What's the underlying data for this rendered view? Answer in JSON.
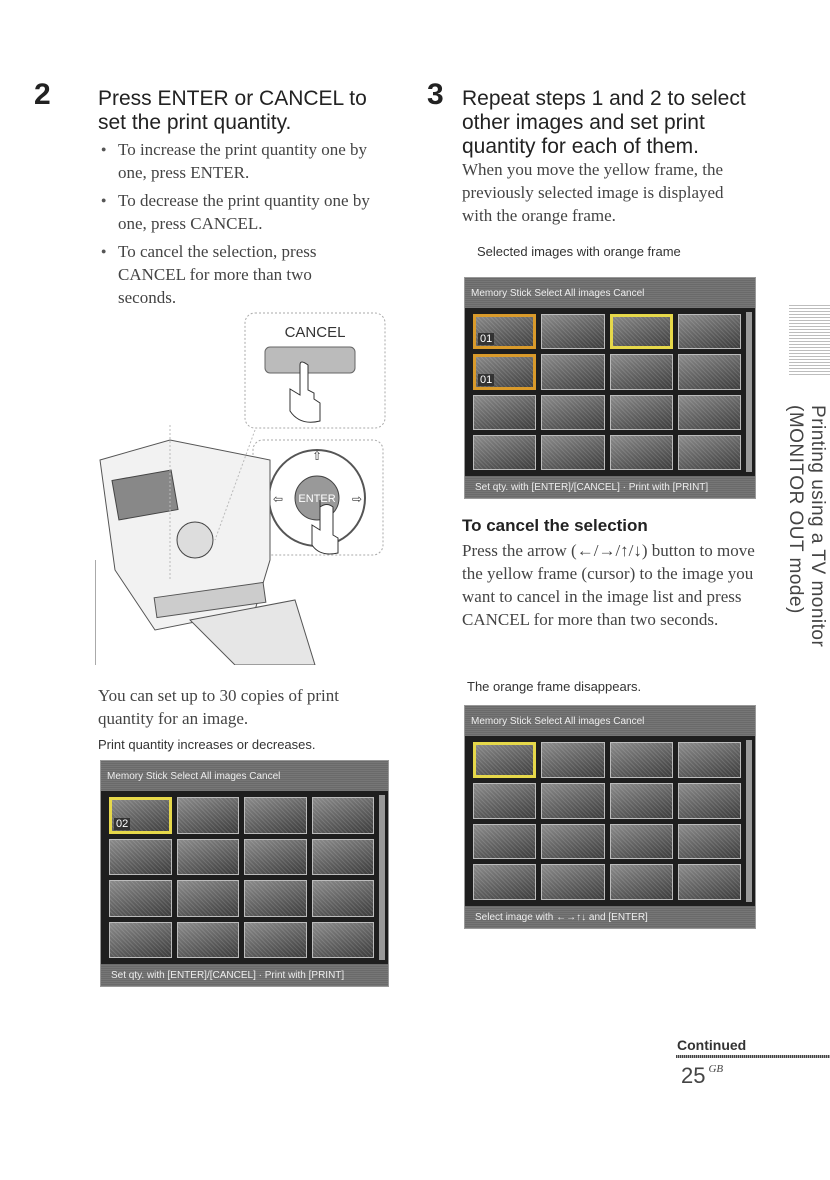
{
  "step2": {
    "number": "2",
    "title": "Press ENTER or CANCEL to set the print quantity.",
    "bullets": [
      "To increase the print quantity one by one, press ENTER.",
      "To decrease the print quantity one by one, press CANCEL.",
      "To cancel the selection, press CANCEL for more than two seconds."
    ],
    "illustration": {
      "cancel_label": "CANCEL",
      "enter_label": "ENTER"
    },
    "note": "You can set up to 30 copies of print quantity for an image.",
    "caption": "Print quantity increases or decreases.",
    "screen": {
      "top": "Memory Stick  Select  All images  Cancel",
      "bottom": "Set qty. with [ENTER]/[CANCEL] · Print with [PRINT]",
      "qty_labels": [
        "02"
      ]
    }
  },
  "step3": {
    "number": "3",
    "title": "Repeat steps 1 and 2 to select other images and set print quantity for each of them.",
    "body": "When you move the yellow frame, the previously selected image is displayed with the orange frame.",
    "caption": "Selected images with orange frame",
    "screen": {
      "top": "Memory Stick  Select  All images  Cancel",
      "bottom": "Set qty. with [ENTER]/[CANCEL] · Print with [PRINT]",
      "qty_labels": [
        "01",
        "01"
      ]
    }
  },
  "cancel_selection": {
    "heading": "To cancel the selection",
    "body": "Press the arrow (←/→/↑/↓) button to move the yellow frame (cursor) to the image you want to cancel in the image list and press CANCEL for more than two seconds.",
    "caption": "The orange frame disappears.",
    "screen": {
      "top": "Memory Stick  Select  All images  Cancel",
      "bottom": "Select image with ←→↑↓ and [ENTER]"
    }
  },
  "side_tab": "Printing using a TV monitor (MONITOR OUT mode)",
  "footer": {
    "continued": "Continued",
    "page": "25",
    "page_suffix": "GB"
  }
}
